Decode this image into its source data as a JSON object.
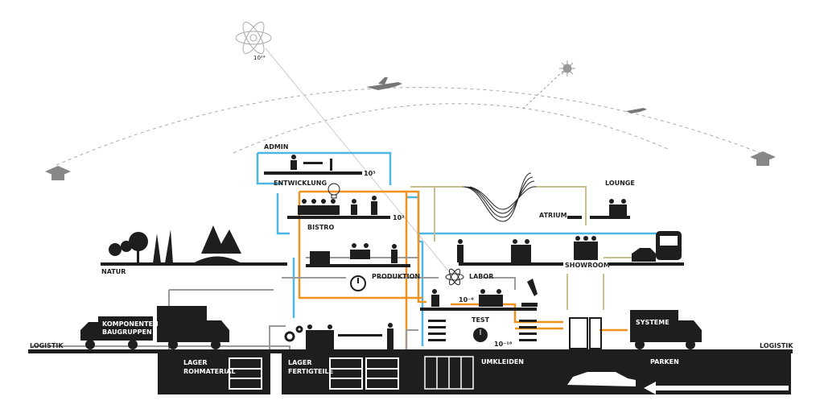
{
  "labels": {
    "admin": "ADMIN",
    "entwicklung": "ENTWICKLUNG",
    "bistro": "BISTRO",
    "natur": "NATUR",
    "produktion": "PRODUKTION",
    "labor": "LABOR",
    "test": "TEST",
    "atrium": "ATRIUM",
    "lounge": "LOUNGE",
    "showroom": "SHOWROOM",
    "komponenten": "KOMPONENTEN",
    "baugruppen": "BAUGRUPPEN",
    "systeme": "SYSTEME",
    "logistik_left": "LOGISTIK",
    "logistik_right": "LOGISTIK",
    "lager": "LAGER",
    "rohmaterial": "ROHMATERIAL",
    "lager2": "LAGER",
    "fertigteile": "FERTIGTEILE",
    "umkleiden": "UMKLEIDEN",
    "parken": "PARKEN"
  },
  "scales": {
    "atom": "10²⁴",
    "admin": "10³",
    "bistro": "10²",
    "labor": "10⁻⁶",
    "test": "10⁻¹⁸"
  },
  "colors": {
    "blue": "#4db6e2",
    "orange": "#f0921e",
    "tan": "#cbbd8c",
    "gray": "#9a9a9a",
    "black": "#1e1e1e"
  }
}
